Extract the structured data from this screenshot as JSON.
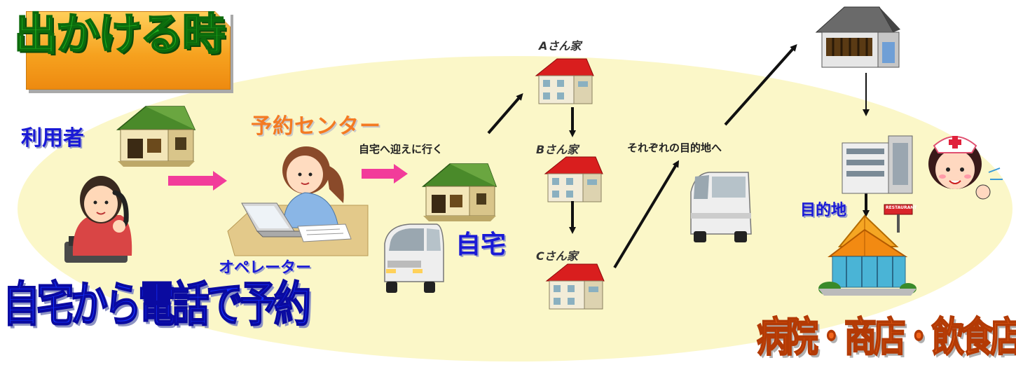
{
  "title": "出かける時",
  "labels": {
    "user": "利用者",
    "call_from_home": "自宅から電話で予約",
    "reservation_center": "予約センター",
    "operator": "オペレーター",
    "pickup": "自宅へ迎えに行く",
    "home": "自宅",
    "house_a": "Aさん家",
    "house_b": "Bさん家",
    "house_c": "Cさん家",
    "to_destinations": "それぞれの目的地へ",
    "destination": "目的地",
    "destination_types": "病院・商店・飲食店等",
    "restaurant_sign": "RESTAURANT"
  },
  "colors": {
    "ellipse": "#fbf7c8",
    "title_bg": "#f6a21f",
    "title_text": "#1fb31f",
    "blue_label": "#1a1ad6",
    "orange_label": "#f47a22",
    "pink_arrow": "#f23c9a",
    "roof_red": "#d91e1e",
    "roof_green": "#4a8a2a"
  },
  "icons": [
    "house-icon",
    "phone-user-icon",
    "operator-icon",
    "van-icon",
    "apartment-icon",
    "shop-icon",
    "hospital-icon",
    "nurse-icon",
    "restaurant-icon"
  ]
}
